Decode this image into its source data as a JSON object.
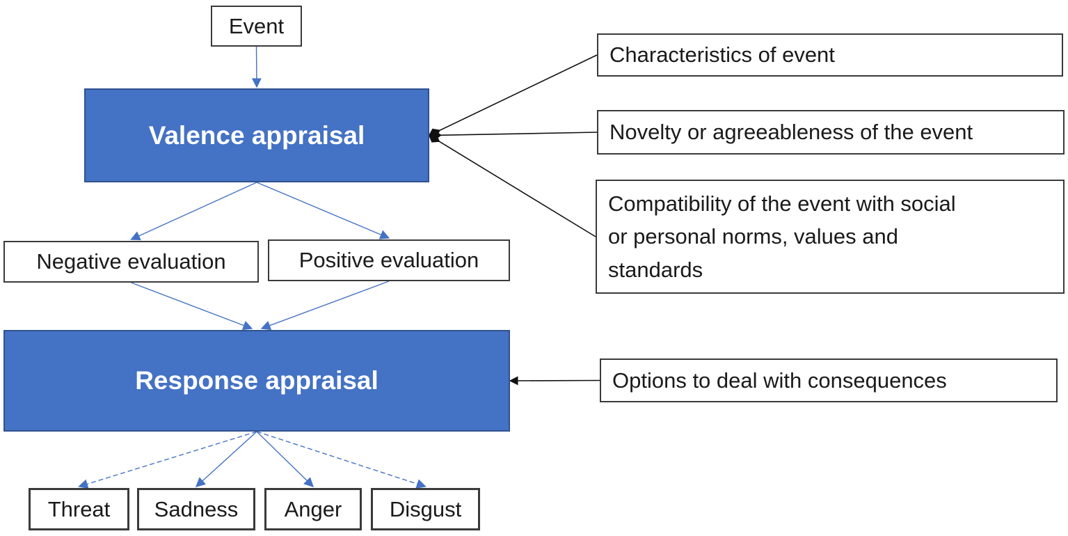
{
  "diagram": {
    "type": "flowchart",
    "background": "#ffffff",
    "colors": {
      "appraisal_fill": "#4472C4",
      "appraisal_border": "#2F528F",
      "appraisal_text": "#ffffff",
      "plain_fill": "#ffffff",
      "plain_border": "#3a3a3a",
      "plain_text": "#1a1a1a",
      "flow_arrow": "#4472C4",
      "influence_arrow": "#111111"
    },
    "nodes": {
      "event": {
        "label": "Event",
        "kind": "plain"
      },
      "valence": {
        "label": "Valence appraisal",
        "kind": "appraisal"
      },
      "characteristics": {
        "label": "Characteristics of event",
        "kind": "annotation"
      },
      "novelty": {
        "label": "Novelty or agreeableness of the event",
        "kind": "annotation"
      },
      "compatibility": {
        "label": "Compatibility of the event with social\nor personal norms, values and\nstandards",
        "kind": "annotation"
      },
      "negative": {
        "label": "Negative evaluation",
        "kind": "plain"
      },
      "positive": {
        "label": "Positive evaluation",
        "kind": "plain"
      },
      "response": {
        "label": "Response appraisal",
        "kind": "appraisal"
      },
      "options": {
        "label": "Options to deal with consequences",
        "kind": "annotation"
      },
      "threat": {
        "label": "Threat",
        "kind": "emotion"
      },
      "sadness": {
        "label": "Sadness",
        "kind": "emotion"
      },
      "anger": {
        "label": "Anger",
        "kind": "emotion"
      },
      "disgust": {
        "label": "Disgust",
        "kind": "emotion"
      }
    },
    "edges": [
      {
        "from": "event",
        "to": "valence",
        "color": "blue",
        "style": "solid",
        "dir": "v",
        "head": "arrow"
      },
      {
        "from": "valence",
        "to": "negative",
        "color": "blue",
        "style": "solid",
        "dir": "v",
        "head": "arrow"
      },
      {
        "from": "valence",
        "to": "positive",
        "color": "blue",
        "style": "solid",
        "dir": "v",
        "head": "arrow"
      },
      {
        "from": "negative",
        "to": "response",
        "color": "blue",
        "style": "solid",
        "dir": "v",
        "head": "arrow"
      },
      {
        "from": "positive",
        "to": "response",
        "color": "blue",
        "style": "solid",
        "dir": "v",
        "head": "arrow"
      },
      {
        "from": "response",
        "to": "threat",
        "color": "blue",
        "style": "dashed",
        "dir": "v",
        "head": "arrow"
      },
      {
        "from": "response",
        "to": "sadness",
        "color": "blue",
        "style": "solid",
        "dir": "v",
        "head": "arrow"
      },
      {
        "from": "response",
        "to": "anger",
        "color": "blue",
        "style": "solid",
        "dir": "v",
        "head": "arrow"
      },
      {
        "from": "response",
        "to": "disgust",
        "color": "blue",
        "style": "dashed",
        "dir": "v",
        "head": "arrow"
      },
      {
        "from": "characteristics",
        "to": "valence",
        "color": "black",
        "style": "solid",
        "dir": "h",
        "head": "diamond"
      },
      {
        "from": "novelty",
        "to": "valence",
        "color": "black",
        "style": "solid",
        "dir": "h",
        "head": "diamond"
      },
      {
        "from": "compatibility",
        "to": "valence",
        "color": "black",
        "style": "solid",
        "dir": "h",
        "head": "diamond"
      },
      {
        "from": "options",
        "to": "response",
        "color": "black",
        "style": "solid",
        "dir": "h",
        "head": "arrow"
      }
    ]
  }
}
